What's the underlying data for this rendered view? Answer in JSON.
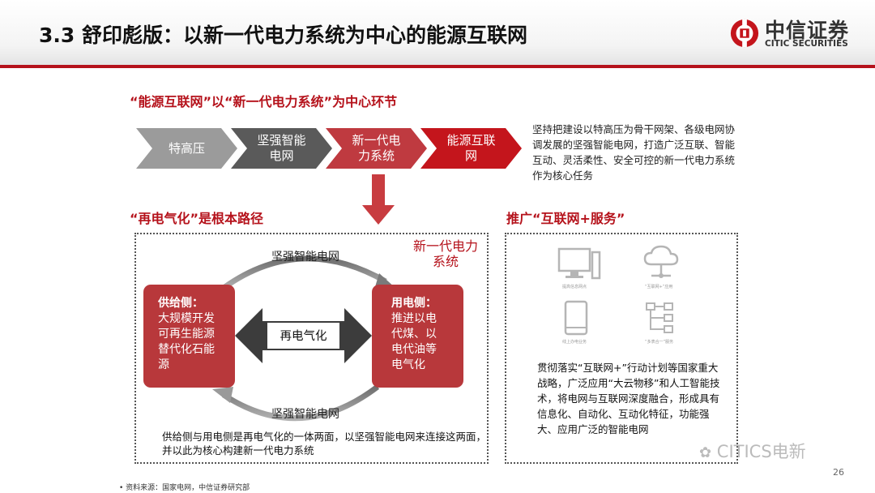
{
  "header": {
    "title": "3.3 舒印彪版：以新一代电力系统为中心的能源互联网",
    "logo_cn": "中信证券",
    "logo_en": "CITIC SECURITIES"
  },
  "flow": {
    "section_title": "“能源互联网”以“新一代电力系统”为中心环节",
    "steps": [
      "特高压",
      "坚强智能\n电网",
      "新一代电\n力系统",
      "能源互联\n网"
    ],
    "description": "坚持把建设以特高压为骨干网架、各级电网协调发展的坚强智能电网，打造广泛互联、智能互动、灵活柔性、安全可控的新一代电力系统作为核心任务"
  },
  "electrification": {
    "section_title": "“再电气化”是根本路径",
    "system_label": "新一代电力\n系统",
    "grid_top": "坚强智能电网",
    "grid_bottom": "坚强智能电网",
    "supply_head": "供给侧：",
    "supply_body": "大规模开发\n可再生能源\n替代化石能\n源",
    "demand_head": "用电侧：",
    "demand_body": "推进以电\n代煤、以\n电代油等\n电气化",
    "center_label": "再电气化",
    "note": "供给侧与用电侧是再电气化的一体两面，以坚强智能电网来连接这两面，并以此为核心构建新一代电力系统"
  },
  "internet_plus": {
    "section_title": "推广“互联网+服务”",
    "icon_captions": [
      "提高信息网点",
      "“互联网+”应用",
      "线上办电业务",
      "“多表合一”服务"
    ],
    "description": "贯彻落实“互联网+”行动计划等国家重大战略，广泛应用“大云物移”和人工智能技术，将电网与互联网深度融合，形成具有信息化、自动化、互动化特征，功能强大、应用广泛的智能电网"
  },
  "footer": {
    "source": "•  资料来源：国家电网，中信证券研究部",
    "watermark": "CITICS电新",
    "page": "26"
  },
  "colors": {
    "brand_red": "#b5121b",
    "box_red": "#b8383b",
    "chevron_grey_light": "#9b9b9b",
    "chevron_grey_dark": "#5a5a5a"
  }
}
